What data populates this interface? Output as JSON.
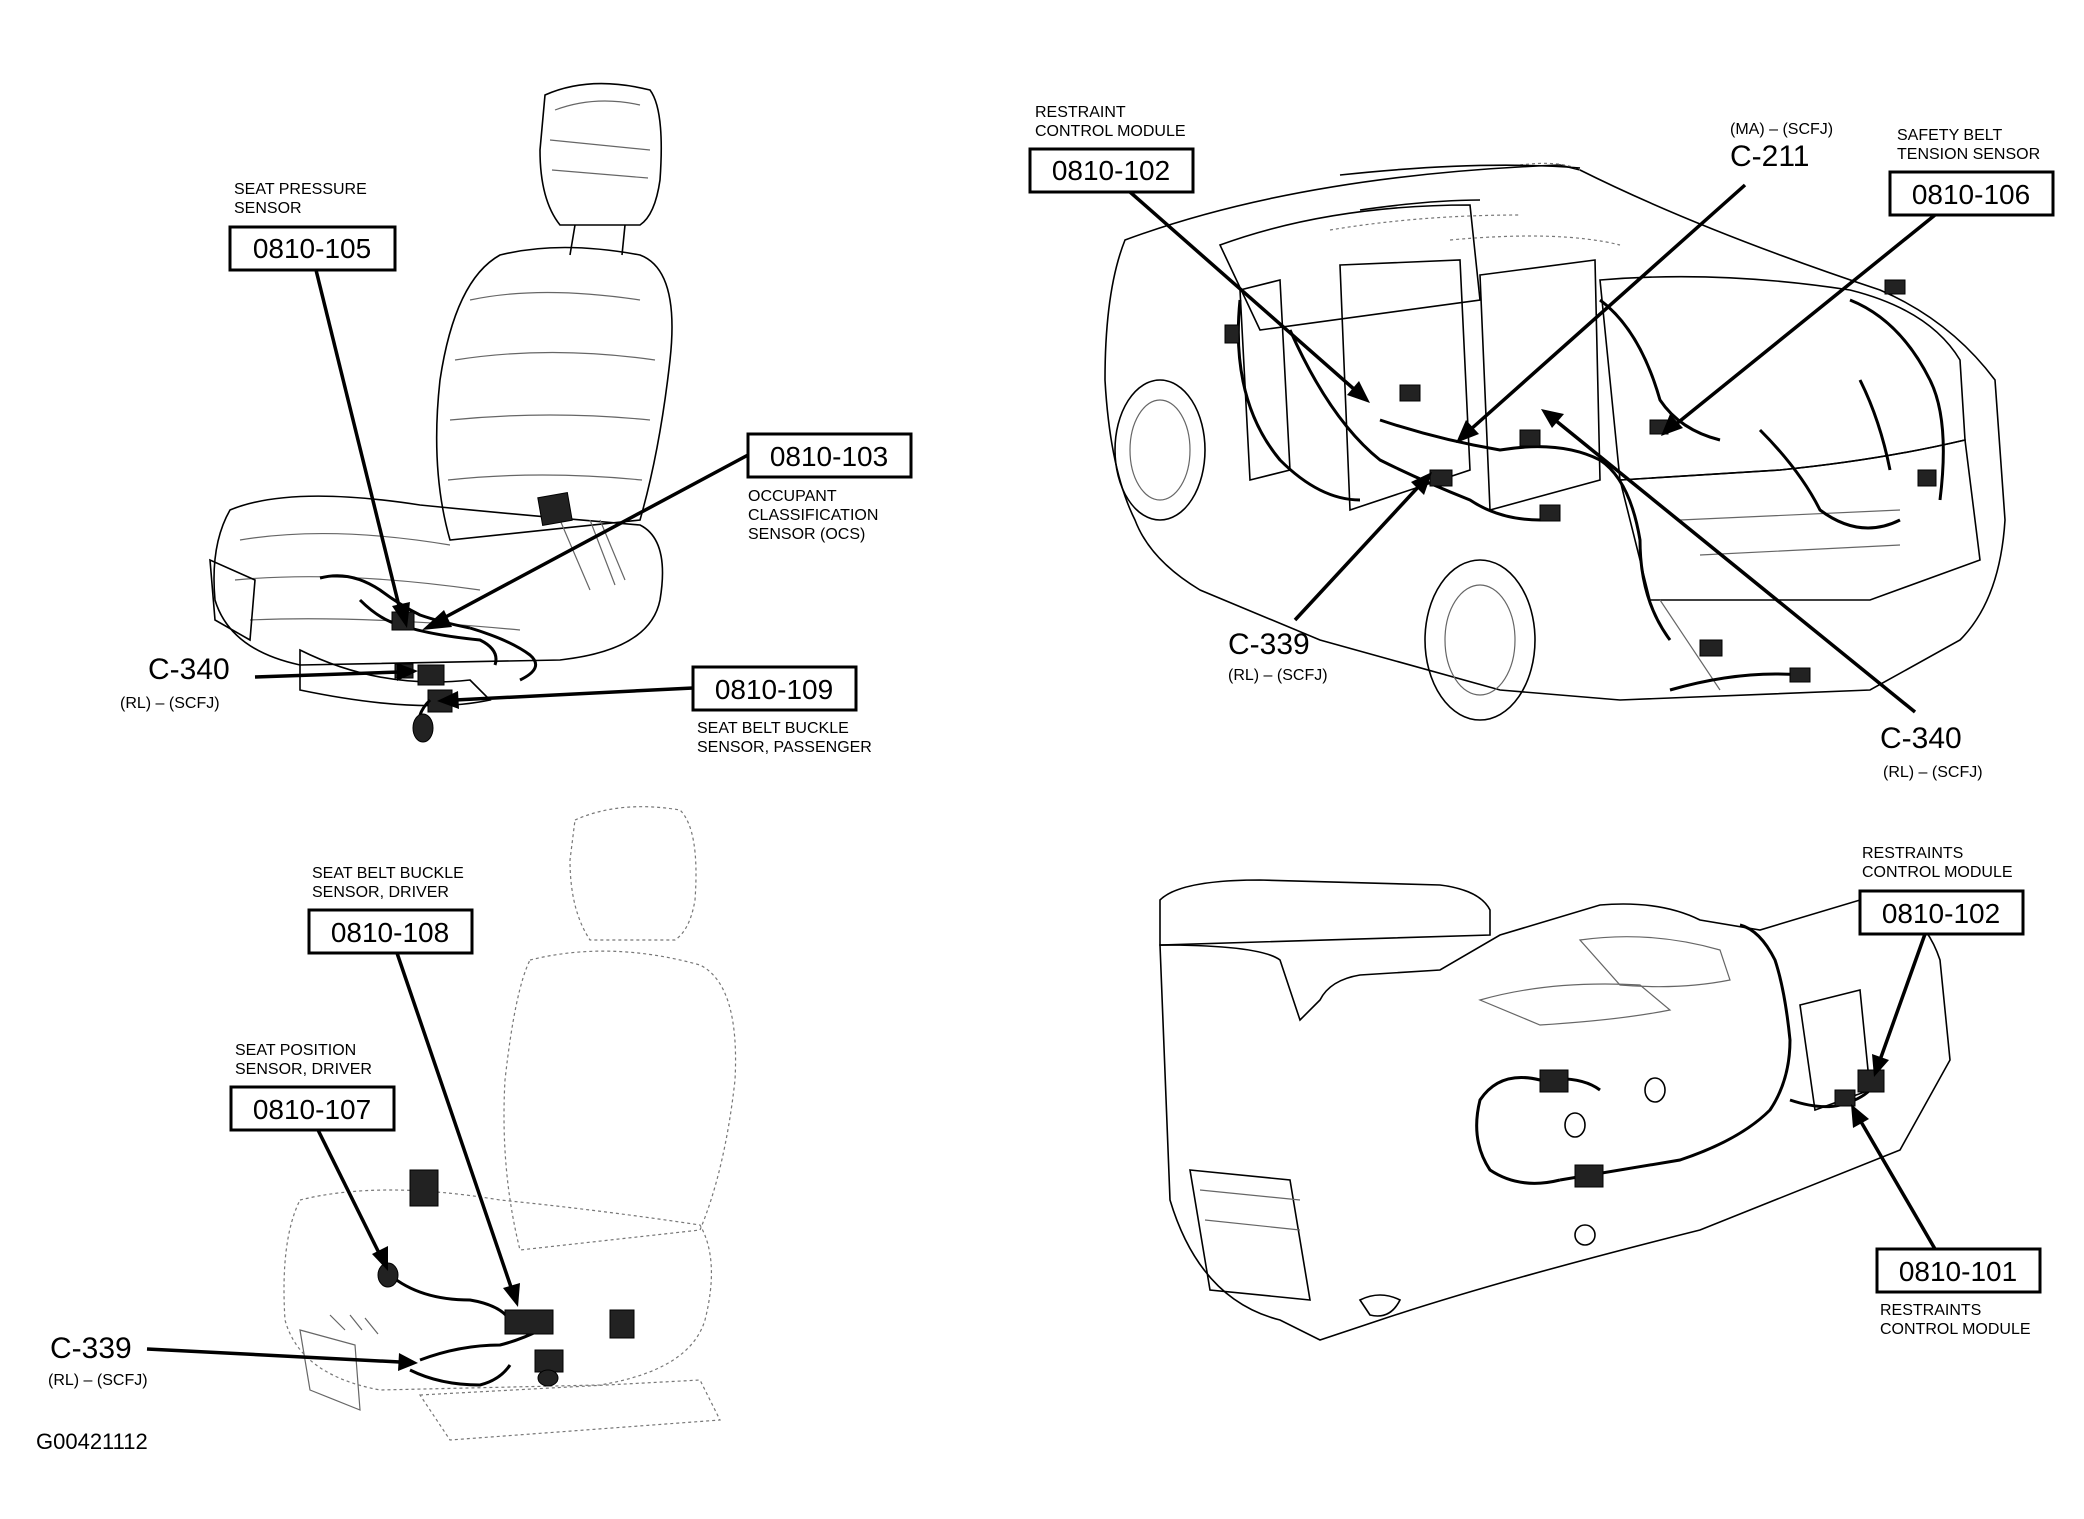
{
  "figure_id": "G00421112",
  "callouts": {
    "seat_pressure": {
      "desc1": "SEAT PRESSURE",
      "desc2": "SENSOR",
      "code": "0810-105"
    },
    "ocs": {
      "code": "0810-103",
      "desc1": "OCCUPANT",
      "desc2": "CLASSIFICATION",
      "desc3": "SENSOR (OCS)"
    },
    "c340_seat": {
      "name": "C-340",
      "sub": "(RL) – (SCFJ)"
    },
    "buckle_pass": {
      "code": "0810-109",
      "desc1": "SEAT BELT BUCKLE",
      "desc2": "SENSOR, PASSENGER"
    },
    "rcm_vehicle": {
      "desc1": "RESTRAINT",
      "desc2": "CONTROL MODULE",
      "code": "0810-102"
    },
    "c211": {
      "sub": "(MA) – (SCFJ)",
      "name": "C-211"
    },
    "belt_tension": {
      "desc1": "SAFETY BELT",
      "desc2": "TENSION SENSOR",
      "code": "0810-106"
    },
    "c339_vehicle": {
      "name": "C-339",
      "sub": "(RL) – (SCFJ)"
    },
    "c340_vehicle": {
      "name": "C-340",
      "sub": "(RL) – (SCFJ)"
    },
    "buckle_driver": {
      "desc1": "SEAT BELT BUCKLE",
      "desc2": "SENSOR, DRIVER",
      "code": "0810-108"
    },
    "seat_position": {
      "desc1": "SEAT POSITION",
      "desc2": "SENSOR, DRIVER",
      "code": "0810-107"
    },
    "c339_seat": {
      "name": "C-339",
      "sub": "(RL) – (SCFJ)"
    },
    "rcm_console_top": {
      "desc1": "RESTRAINTS",
      "desc2": "CONTROL MODULE",
      "code": "0810-102"
    },
    "rcm_console_bottom": {
      "code": "0810-101",
      "desc1": "RESTRAINTS",
      "desc2": "CONTROL MODULE"
    }
  }
}
